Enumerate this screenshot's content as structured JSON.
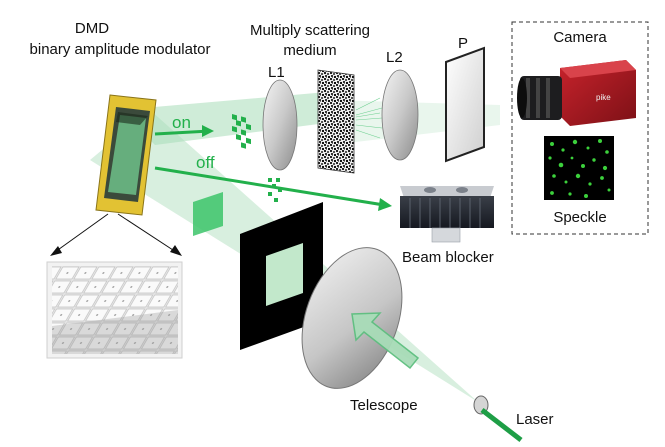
{
  "labels": {
    "dmd_line1": "DMD",
    "dmd_line2": "binary amplitude modulator",
    "medium_line1": "Multiply scattering",
    "medium_line2": "medium",
    "l1": "L1",
    "l2": "L2",
    "p": "P",
    "camera": "Camera",
    "speckle": "Speckle",
    "on": "on",
    "off": "off",
    "beam_blocker": "Beam blocker",
    "telescope": "Telescope",
    "laser": "Laser"
  },
  "camera_logo_text": "pike",
  "colors": {
    "beam_green": "#22b04b",
    "beam_fill": "#a8dcb8",
    "dmd_gold": "#e2c233",
    "camera_red": "#b01c25",
    "speckle_bg": "#000000",
    "speckle_dot": "#3cd13c"
  }
}
